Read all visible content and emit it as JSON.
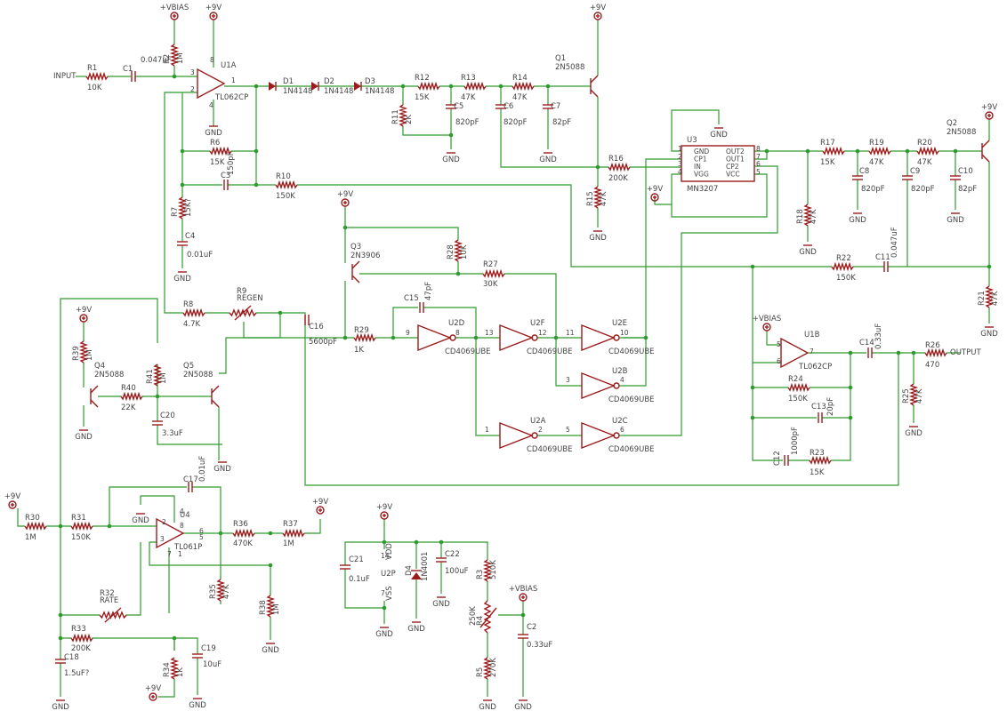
{
  "nets": {
    "gnd": "GND",
    "p9v": "+9V",
    "vbias": "+VBIAS",
    "input": "INPUT",
    "output": "OUTPUT"
  },
  "resistors": {
    "R1": {
      "ref": "R1",
      "val": "10K"
    },
    "R2": {
      "ref": "R2",
      "val": "1M"
    },
    "R6": {
      "ref": "R6",
      "val": "15K"
    },
    "R7": {
      "ref": "R7",
      "val": "15K?"
    },
    "R8": {
      "ref": "R8",
      "val": "4.7K"
    },
    "R10": {
      "ref": "R10",
      "val": "150K"
    },
    "R11": {
      "ref": "R11",
      "val": "2K"
    },
    "R12": {
      "ref": "R12",
      "val": "15K"
    },
    "R13": {
      "ref": "R13",
      "val": "47K"
    },
    "R14": {
      "ref": "R14",
      "val": "47K"
    },
    "R15": {
      "ref": "R15",
      "val": "47K"
    },
    "R16": {
      "ref": "R16",
      "val": "200K"
    },
    "R17": {
      "ref": "R17",
      "val": "15K"
    },
    "R18": {
      "ref": "R18",
      "val": "47K"
    },
    "R19": {
      "ref": "R19",
      "val": "47K"
    },
    "R20": {
      "ref": "R20",
      "val": "47K"
    },
    "R21": {
      "ref": "R21",
      "val": "47K"
    },
    "R22": {
      "ref": "R22",
      "val": "150K"
    },
    "R23": {
      "ref": "R23",
      "val": "15K"
    },
    "R24": {
      "ref": "R24",
      "val": "150K"
    },
    "R25": {
      "ref": "R25",
      "val": "47K"
    },
    "R26": {
      "ref": "R26",
      "val": "470"
    },
    "R27": {
      "ref": "R27",
      "val": "30K"
    },
    "R28": {
      "ref": "R28",
      "val": "10K"
    },
    "R29": {
      "ref": "R29",
      "val": "1K"
    },
    "R30": {
      "ref": "R30",
      "val": "1M"
    },
    "R31": {
      "ref": "R31",
      "val": "150K"
    },
    "R33": {
      "ref": "R33",
      "val": "200K"
    },
    "R34": {
      "ref": "R34",
      "val": "1K"
    },
    "R35": {
      "ref": "R35",
      "val": "47K"
    },
    "R36": {
      "ref": "R36",
      "val": "470K"
    },
    "R37": {
      "ref": "R37",
      "val": "1M"
    },
    "R38": {
      "ref": "R38",
      "val": "1M"
    },
    "R39": {
      "ref": "R39",
      "val": "1M"
    },
    "R40": {
      "ref": "R40",
      "val": "22K"
    },
    "R41": {
      "ref": "R41",
      "val": "1M"
    },
    "R3": {
      "ref": "R3",
      "val": "510K"
    },
    "R5": {
      "ref": "R5",
      "val": "270K"
    }
  },
  "pots": {
    "R9": {
      "ref": "R9",
      "val": "REGEN"
    },
    "R32": {
      "ref": "R32",
      "val": "RATE"
    },
    "R4": {
      "ref": "R4",
      "val": "250K"
    }
  },
  "caps": {
    "C1": {
      "ref": "C1",
      "val": "0.047uF"
    },
    "C3": {
      "ref": "C3",
      "val": "150pF"
    },
    "C4": {
      "ref": "C4",
      "val": "0.01uF"
    },
    "C5": {
      "ref": "C5",
      "val": "820pF"
    },
    "C6": {
      "ref": "C6",
      "val": "820pF"
    },
    "C7": {
      "ref": "C7",
      "val": "82pF"
    },
    "C8": {
      "ref": "C8",
      "val": "820pF"
    },
    "C9": {
      "ref": "C9",
      "val": "820pF"
    },
    "C10": {
      "ref": "C10",
      "val": "82pF"
    },
    "C11": {
      "ref": "C11",
      "val": "0.047uF"
    },
    "C12": {
      "ref": "C12",
      "val": "1000pF"
    },
    "C13": {
      "ref": "C13",
      "val": "20pF"
    },
    "C14": {
      "ref": "C14",
      "val": "0.33uF"
    },
    "C15": {
      "ref": "C15",
      "val": "47pF"
    },
    "C16": {
      "ref": "C16",
      "val": "5600pF"
    },
    "C17": {
      "ref": "C17",
      "val": "0.01uF"
    },
    "C18": {
      "ref": "C18",
      "val": "1.5uF?"
    },
    "C19": {
      "ref": "C19",
      "val": "10uF"
    },
    "C20": {
      "ref": "C20",
      "val": "3.3uF"
    },
    "C21": {
      "ref": "C21",
      "val": "0.1uF"
    },
    "C22": {
      "ref": "C22",
      "val": "100uF"
    },
    "C2": {
      "ref": "C2",
      "val": "0.33uF"
    }
  },
  "diodes": {
    "D1": {
      "ref": "D1",
      "val": "1N4148"
    },
    "D2": {
      "ref": "D2",
      "val": "1N4148"
    },
    "D3": {
      "ref": "D3",
      "val": "1N4148"
    },
    "D4": {
      "ref": "D4",
      "val": "1N4001"
    }
  },
  "transistors": {
    "Q1": {
      "ref": "Q1",
      "val": "2N5088"
    },
    "Q2": {
      "ref": "Q2",
      "val": "2N5088"
    },
    "Q3": {
      "ref": "Q3",
      "val": "2N3906"
    },
    "Q4": {
      "ref": "Q4",
      "val": "2N5088"
    },
    "Q5": {
      "ref": "Q5",
      "val": "2N5088"
    }
  },
  "ics": {
    "U1A": {
      "ref": "U1A",
      "val": "TL062CP"
    },
    "U1B": {
      "ref": "U1B",
      "val": "TL062CP"
    },
    "U4": {
      "ref": "U4",
      "val": "TL061P"
    },
    "U3": {
      "ref": "U3",
      "val": "MN3207"
    },
    "U2D": {
      "ref": "U2D",
      "val": "CD4069UBE"
    },
    "U2F": {
      "ref": "U2F",
      "val": "CD4069UBE"
    },
    "U2E": {
      "ref": "U2E",
      "val": "CD4069UBE"
    },
    "U2B": {
      "ref": "U2B",
      "val": "CD4069UBE"
    },
    "U2A": {
      "ref": "U2A",
      "val": "CD4069UBE"
    },
    "U2C": {
      "ref": "U2C",
      "val": "CD4069UBE"
    },
    "U2P": {
      "ref": "U2P",
      "vdd": "VDD",
      "vss": "VSS"
    }
  },
  "mn3207_pins": [
    "GND",
    "CP1",
    "IN",
    "VGG",
    "OUT2",
    "OUT1",
    "CP2",
    "VCC"
  ]
}
